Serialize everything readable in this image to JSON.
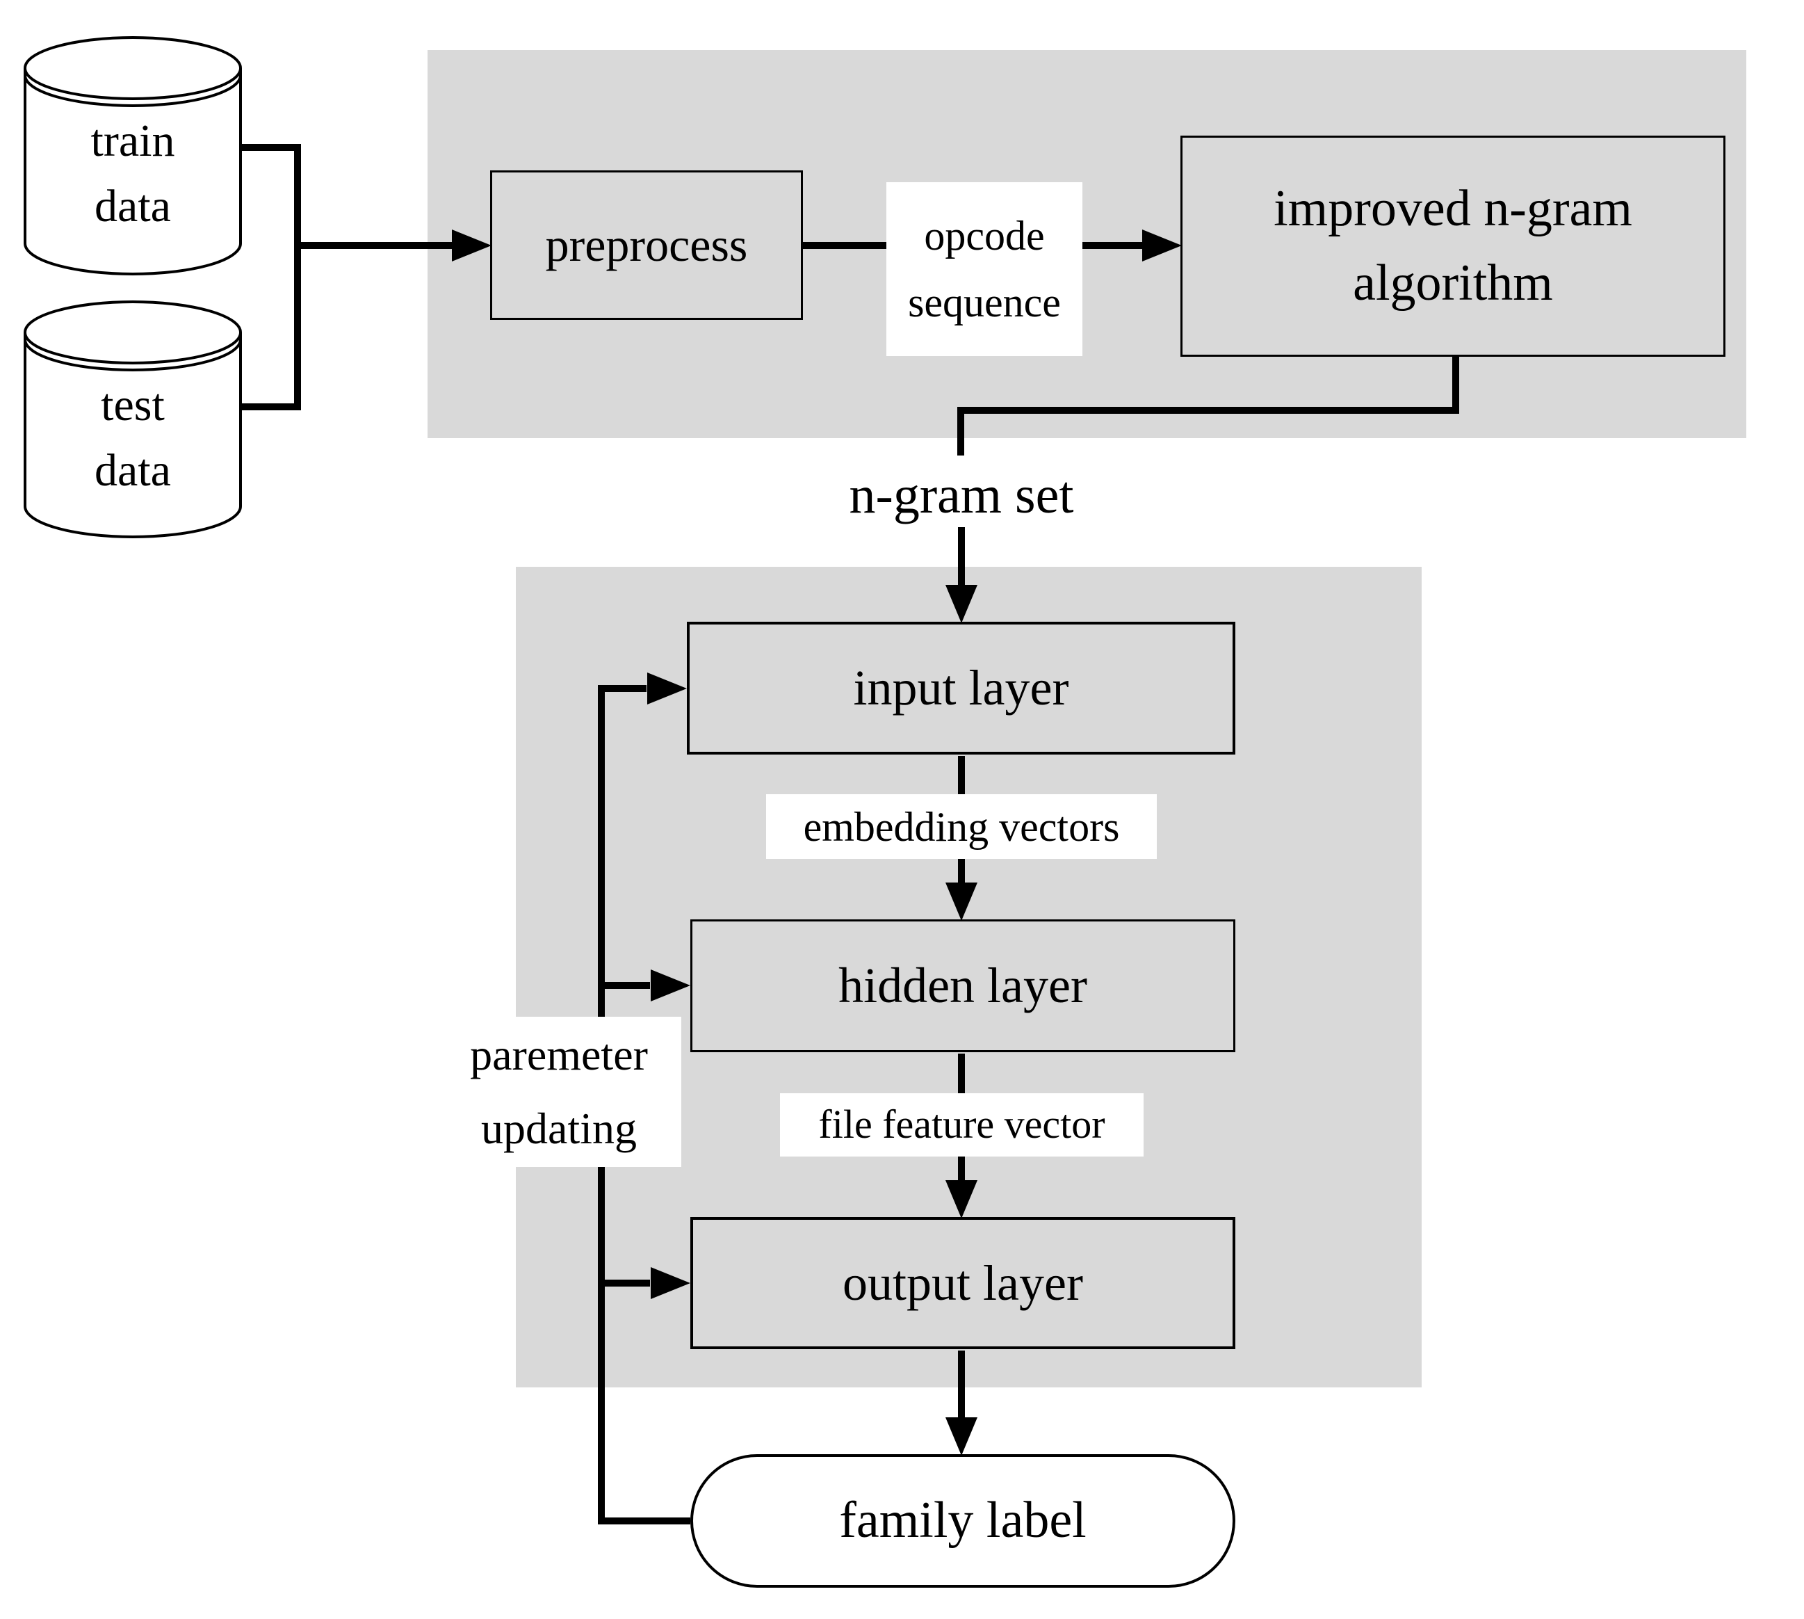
{
  "figure": {
    "colors": {
      "region_background": "#d9d9d9",
      "line": "#000000",
      "label_background": "#ffffff"
    },
    "datastores": {
      "train": {
        "line1": "train",
        "line2": "data"
      },
      "test": {
        "line1": "test",
        "line2": "data"
      }
    },
    "nodes": {
      "preprocess": {
        "label": "preprocess"
      },
      "ngram_algorithm": {
        "line1": "improved n-gram",
        "line2": "algorithm"
      },
      "input_layer": {
        "label": "input layer"
      },
      "hidden_layer": {
        "label": "hidden layer"
      },
      "output_layer": {
        "label": "output layer"
      },
      "family_label": {
        "label": "family label"
      }
    },
    "edge_labels": {
      "opcode": {
        "line1": "opcode",
        "line2": "sequence"
      },
      "ngram_set": "n-gram set",
      "embedding_vectors": "embedding vectors",
      "file_feature_vector": "file feature vector",
      "parameter_updating": {
        "line1": "paremeter",
        "line2": "updating"
      }
    }
  }
}
